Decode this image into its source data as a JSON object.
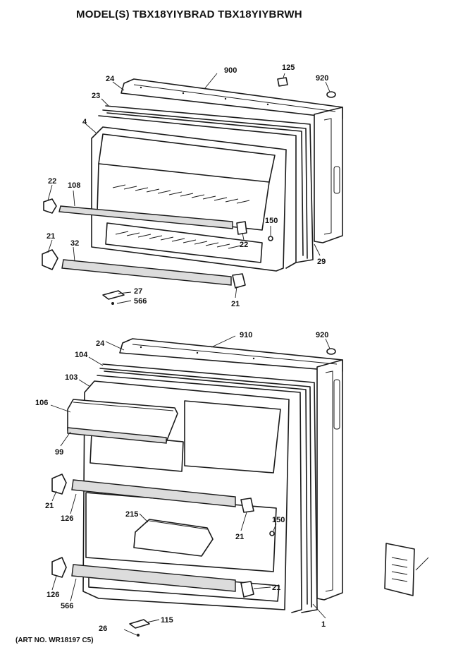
{
  "title": "MODEL(S) TBX18YIYBRAD  TBX18YIYBRWH",
  "art_no": "(ART NO. WR18197 C5)",
  "callouts": {
    "top": [
      "900",
      "125",
      "920",
      "24",
      "23",
      "4",
      "22",
      "108",
      "150",
      "22",
      "29",
      "21",
      "32",
      "27",
      "566",
      "21"
    ],
    "bottom": [
      "910",
      "920",
      "24",
      "104",
      "103",
      "106",
      "99",
      "21",
      "126",
      "215",
      "150",
      "21",
      "21",
      "126",
      "566",
      "26",
      "115",
      "1"
    ]
  }
}
